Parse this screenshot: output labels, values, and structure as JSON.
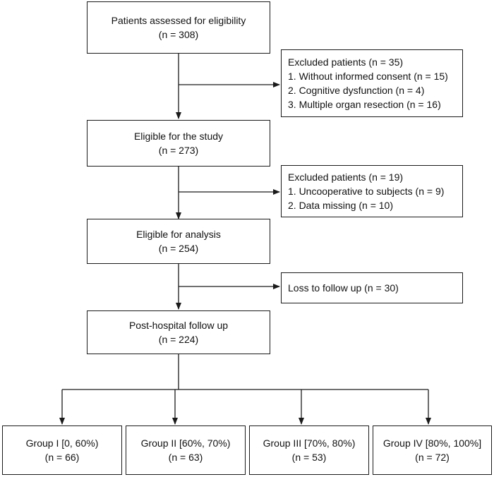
{
  "nodes": {
    "assessed": {
      "title": "Patients assessed for eligibility",
      "count": "(n = 308)"
    },
    "excluded_1": {
      "title": "Excluded patients (n = 35)",
      "items": [
        "1. Without informed consent (n = 15)",
        "2. Cognitive dysfunction (n = 4)",
        "3. Multiple organ resection (n = 16)"
      ]
    },
    "eligible_study": {
      "title": "Eligible for the study",
      "count": "(n = 273)"
    },
    "excluded_2": {
      "title": "Excluded patients (n =  19)",
      "items": [
        "1. Uncooperative  to subjects (n = 9)",
        "2. Data missing (n =  10)"
      ]
    },
    "eligible_analysis": {
      "title": "Eligible for analysis",
      "count": "(n = 254)"
    },
    "loss": {
      "title": "Loss to follow up (n = 30)"
    },
    "followup": {
      "title": "Post-hospital follow up",
      "count": "(n = 224)"
    },
    "groups": [
      {
        "title": "Group I [0, 60%)",
        "count": "(n = 66)"
      },
      {
        "title": "Group II [60%, 70%)",
        "count": "(n = 63)"
      },
      {
        "title": "Group III [70%, 80%)",
        "count": "(n = 53)"
      },
      {
        "title": "Group IV [80%, 100%]",
        "count": "(n = 72)"
      }
    ]
  },
  "colors": {
    "line": "#1a1a1a",
    "box_border": "#1a1a1a",
    "background": "#ffffff"
  }
}
